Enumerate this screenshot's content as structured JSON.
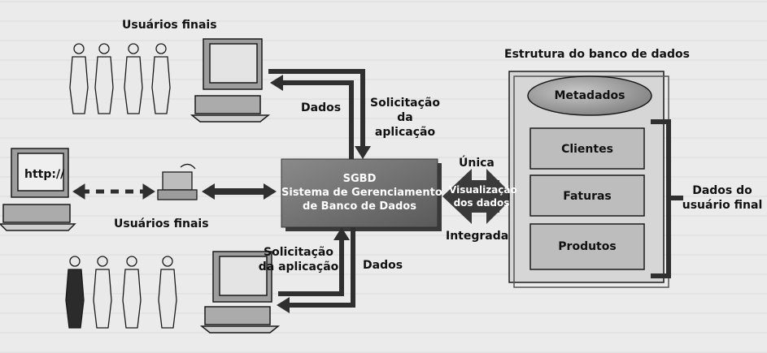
{
  "labels": {
    "end_users_top": "Usuários finais",
    "end_users_bottom": "Usuários finais",
    "http": "http://",
    "data_top": "Dados",
    "request_top_line1": "Solicitação",
    "request_top_line2": "da",
    "request_top_line3": "aplicação",
    "request_bottom_line1": "Solicitação",
    "request_bottom_line2": "da aplicação",
    "data_bottom": "Dados",
    "unica": "Única",
    "integrada": "Integrada",
    "db_structure_title": "Estrutura do banco de dados",
    "end_user_data_line1": "Dados do",
    "end_user_data_line2": "usuário final"
  },
  "sgbd": {
    "line1": "SGBD",
    "line2": "Sistema de Gerenciamento",
    "line3": "de Banco de Dados"
  },
  "view": {
    "line1": "Visualização",
    "line2": "dos dados"
  },
  "db": {
    "metadata": "Metadados",
    "tables": [
      "Clientes",
      "Faturas",
      "Produtos"
    ]
  },
  "colors": {
    "sgbd_box": "#6f6f6f",
    "arrow": "#2f2f2f",
    "table_fill": "#bdbdbd",
    "metadata_fill": "#9a9a9a"
  }
}
